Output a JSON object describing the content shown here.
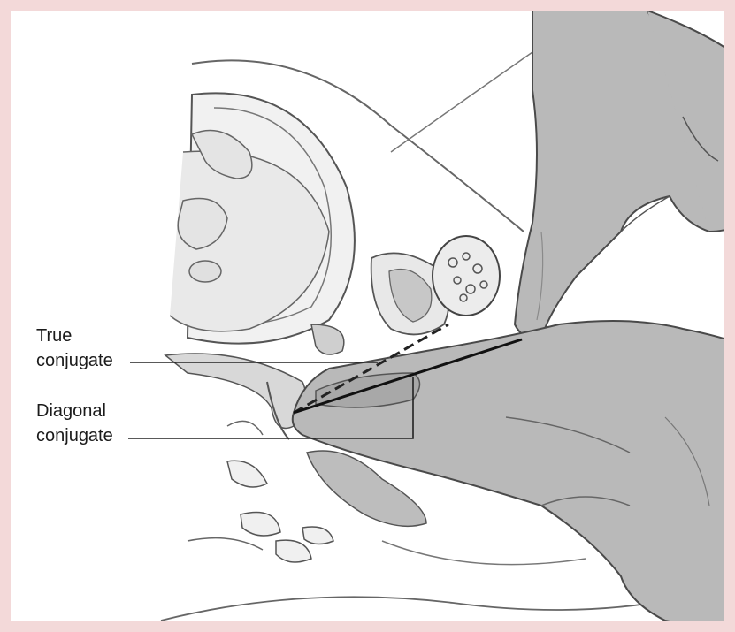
{
  "labels": {
    "true_conjugate": {
      "line1": "True",
      "line2": "conjugate"
    },
    "diagonal_conjugate": {
      "line1": "Diagonal",
      "line2": "conjugate"
    }
  },
  "colors": {
    "frame": "#f3d9d9",
    "glove": "#b9b9b9",
    "glove_shadow": "#9d9d9d",
    "outline": "#555555",
    "tissue": "#d6d6d6"
  }
}
